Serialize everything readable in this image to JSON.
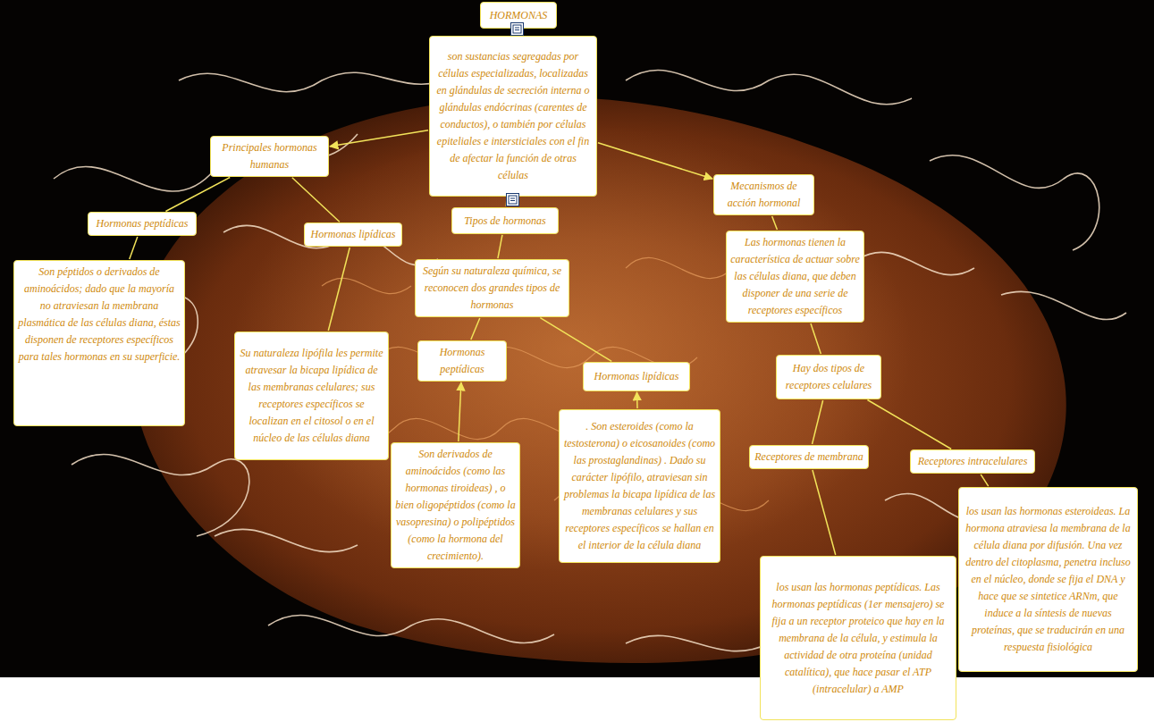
{
  "diagram": {
    "nodes": [
      {
        "text": [
          "HORMONAS"
        ]
      },
      {
        "text": [
          "son sustancias segregadas por células especializadas, localizadas en glándulas de secreción interna o glándulas endócrinas (carentes de conductos), o también por células epiteliales e intersticiales con el fin de afectar la función de otras células"
        ]
      },
      {
        "text": [
          "Principales hormonas humanas"
        ]
      },
      {
        "text": [
          "Mecanismos de acción hormonal"
        ]
      },
      {
        "text": [
          "Tipos de hormonas"
        ]
      },
      {
        "text": [
          "Hormonas peptídicas"
        ]
      },
      {
        "text": [
          "Hormonas lipídicas"
        ]
      },
      {
        "text": [
          "Son péptidos o derivados de aminoácidos; dado que la mayoría no atraviesan la membrana plasmática de las células diana, éstas disponen de receptores específicos para tales hormonas en su superficie."
        ]
      },
      {
        "text": [
          "Su naturaleza lipófila les permite atravesar la bicapa lipídica de las membranas celulares; sus receptores específicos se localizan en el citosol o en el núcleo de las células diana"
        ]
      },
      {
        "text": [
          "Según su naturaleza química, se reconocen dos grandes tipos de hormonas"
        ]
      },
      {
        "text": [
          "Hormonas peptídicas"
        ]
      },
      {
        "text": [
          "Hormonas lipídicas"
        ]
      },
      {
        "text": [
          "Son derivados de aminoácidos (como las hormonas tiroideas) , o bien oligopéptidos (como la vasopresina) o polipéptidos (como la hormona del crecimiento)."
        ]
      },
      {
        "text": [
          ". Son esteroides (como la testosterona) o eicosanoides (como las prostaglandinas) . Dado su carácter lipófilo, atraviesan sin problemas la bicapa lipídica de las membranas celulares y sus receptores específicos se hallan en el interior de la célula diana"
        ]
      },
      {
        "text": [
          "Las hormonas tienen la característica de actuar sobre las células diana, que deben disponer de una serie de receptores específicos"
        ]
      },
      {
        "text": [
          "Hay dos tipos de receptores celulares"
        ]
      },
      {
        "text": [
          "Receptores de membrana"
        ]
      },
      {
        "text": [
          "Receptores intracelulares"
        ]
      },
      {
        "text": [
          "los usan las hormonas esteroideas. La hormona atraviesa la membrana de la célula diana por difusión. Una vez dentro del citoplasma, penetra incluso en el núcleo, donde se fija el DNA y hace que se sintetice ARNm, que induce a la síntesis de nuevas proteínas, que se traducirán en una respuesta fisiológica"
        ]
      },
      {
        "text": [
          "los usan las hormonas peptídicas. Las hormonas peptídicas (1er mensajero) se fija a un receptor proteico que hay en la membrana de la célula, y estimula la actividad de otra proteína (unidad catalítica), que hace pasar el ATP (intracelular) a AMP"
        ]
      }
    ],
    "edges": [
      {
        "from": 0,
        "to": 1,
        "arrow": "none"
      },
      {
        "from": 1,
        "to": 2,
        "arrow": "to"
      },
      {
        "from": 1,
        "to": 3,
        "arrow": "to"
      },
      {
        "from": 1,
        "to": 4,
        "arrow": "none"
      },
      {
        "from": 2,
        "to": 5,
        "arrow": "none"
      },
      {
        "from": 2,
        "to": 6,
        "arrow": "none"
      },
      {
        "from": 5,
        "to": 7,
        "arrow": "none"
      },
      {
        "from": 6,
        "to": 8,
        "arrow": "none"
      },
      {
        "from": 4,
        "to": 9,
        "arrow": "none"
      },
      {
        "from": 9,
        "to": 10,
        "arrow": "none"
      },
      {
        "from": 9,
        "to": 11,
        "arrow": "none"
      },
      {
        "from": 12,
        "to": 10,
        "arrow": "to"
      },
      {
        "from": 13,
        "to": 11,
        "arrow": "to"
      },
      {
        "from": 3,
        "to": 14,
        "arrow": "none"
      },
      {
        "from": 14,
        "to": 15,
        "arrow": "none"
      },
      {
        "from": 15,
        "to": 16,
        "arrow": "none"
      },
      {
        "from": 15,
        "to": 17,
        "arrow": "none"
      },
      {
        "from": 16,
        "to": 19,
        "arrow": "none"
      },
      {
        "from": 17,
        "to": 18,
        "arrow": "none"
      }
    ]
  }
}
